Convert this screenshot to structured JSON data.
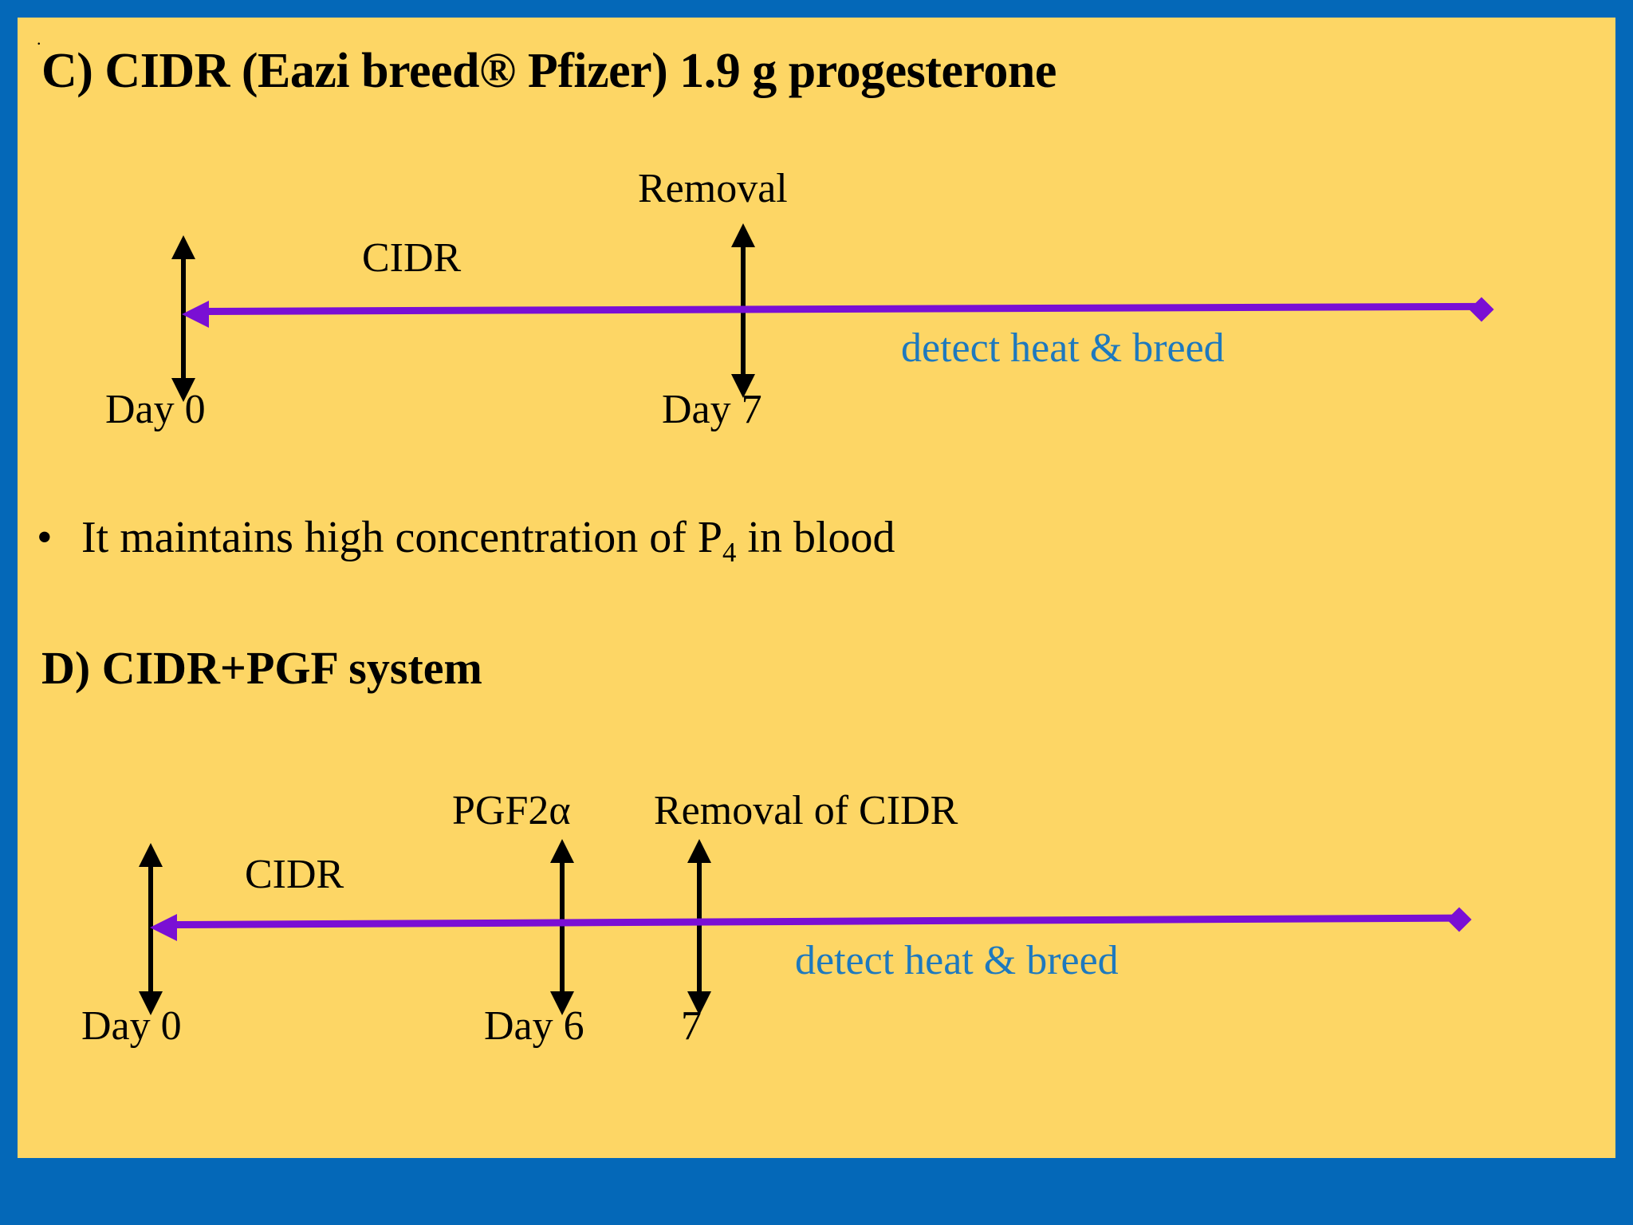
{
  "slide": {
    "leading_mark": ".",
    "title": "C) CIDR (Eazi breed® Pfizer) 1.9 g progesterone",
    "section_heading": "D) CIDR+PGF system",
    "colors": {
      "border_blue": "#0468B8",
      "panel_yellow": "#FDD665",
      "timeline_purple": "#7A0FD4",
      "accent_blue_text": "#1E79BE",
      "text_black": "#000000"
    }
  },
  "bullet": {
    "marker": "•",
    "text_before": "It maintains high concentration of P",
    "subscript": "4",
    "text_after": " in blood"
  },
  "diagram_c": {
    "name": "CIDR timeline",
    "top_labels": [
      {
        "label": "CIDR",
        "has_arrow": false
      },
      {
        "label": "Removal",
        "has_arrow": true
      }
    ],
    "cidr_label": "CIDR",
    "removal_label": "Removal",
    "detect_label": "detect heat & breed",
    "day_start": "Day 0",
    "day_end": "Day 7"
  },
  "diagram_d": {
    "name": "CIDR+PGF timeline",
    "cidr_label": "CIDR",
    "pgf_label": "PGF2α",
    "removal_label": "Removal of CIDR",
    "detect_label": "detect heat & breed",
    "day_start": "Day 0",
    "day_mid": "Day 6",
    "day_end": "7"
  }
}
